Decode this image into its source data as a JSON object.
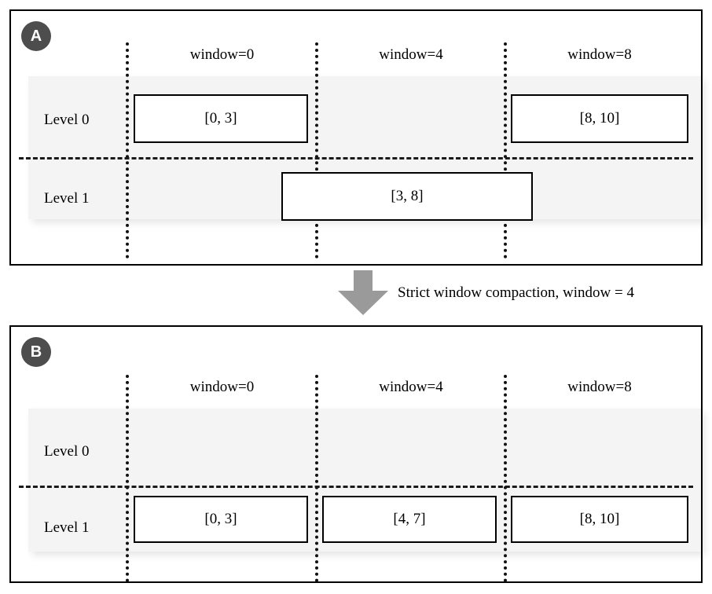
{
  "figure": {
    "panels": [
      {
        "id": "A",
        "badge": "A",
        "columns": [
          {
            "label": "window=0"
          },
          {
            "label": "window=4"
          },
          {
            "label": "window=8"
          }
        ],
        "rows": [
          {
            "label": "Level 0",
            "segments": [
              {
                "text": "[0, 3]"
              },
              {
                "text": "[8, 10]"
              }
            ]
          },
          {
            "label": "Level 1",
            "segments": [
              {
                "text": "[3, 8]"
              }
            ]
          }
        ]
      },
      {
        "id": "B",
        "badge": "B",
        "columns": [
          {
            "label": "window=0"
          },
          {
            "label": "window=4"
          },
          {
            "label": "window=8"
          }
        ],
        "rows": [
          {
            "label": "Level 0",
            "segments": []
          },
          {
            "label": "Level 1",
            "segments": [
              {
                "text": "[0, 3]"
              },
              {
                "text": "[4, 7]"
              },
              {
                "text": "[8, 10]"
              }
            ]
          }
        ]
      }
    ],
    "transition": {
      "caption": "Strict window compaction, window = 4",
      "arrow_icon": "down-arrow-icon"
    },
    "colors": {
      "band": "#f4f4f4",
      "badge": "#4d4d4d",
      "arrow": "#9a9a9a",
      "border": "#000000"
    }
  }
}
